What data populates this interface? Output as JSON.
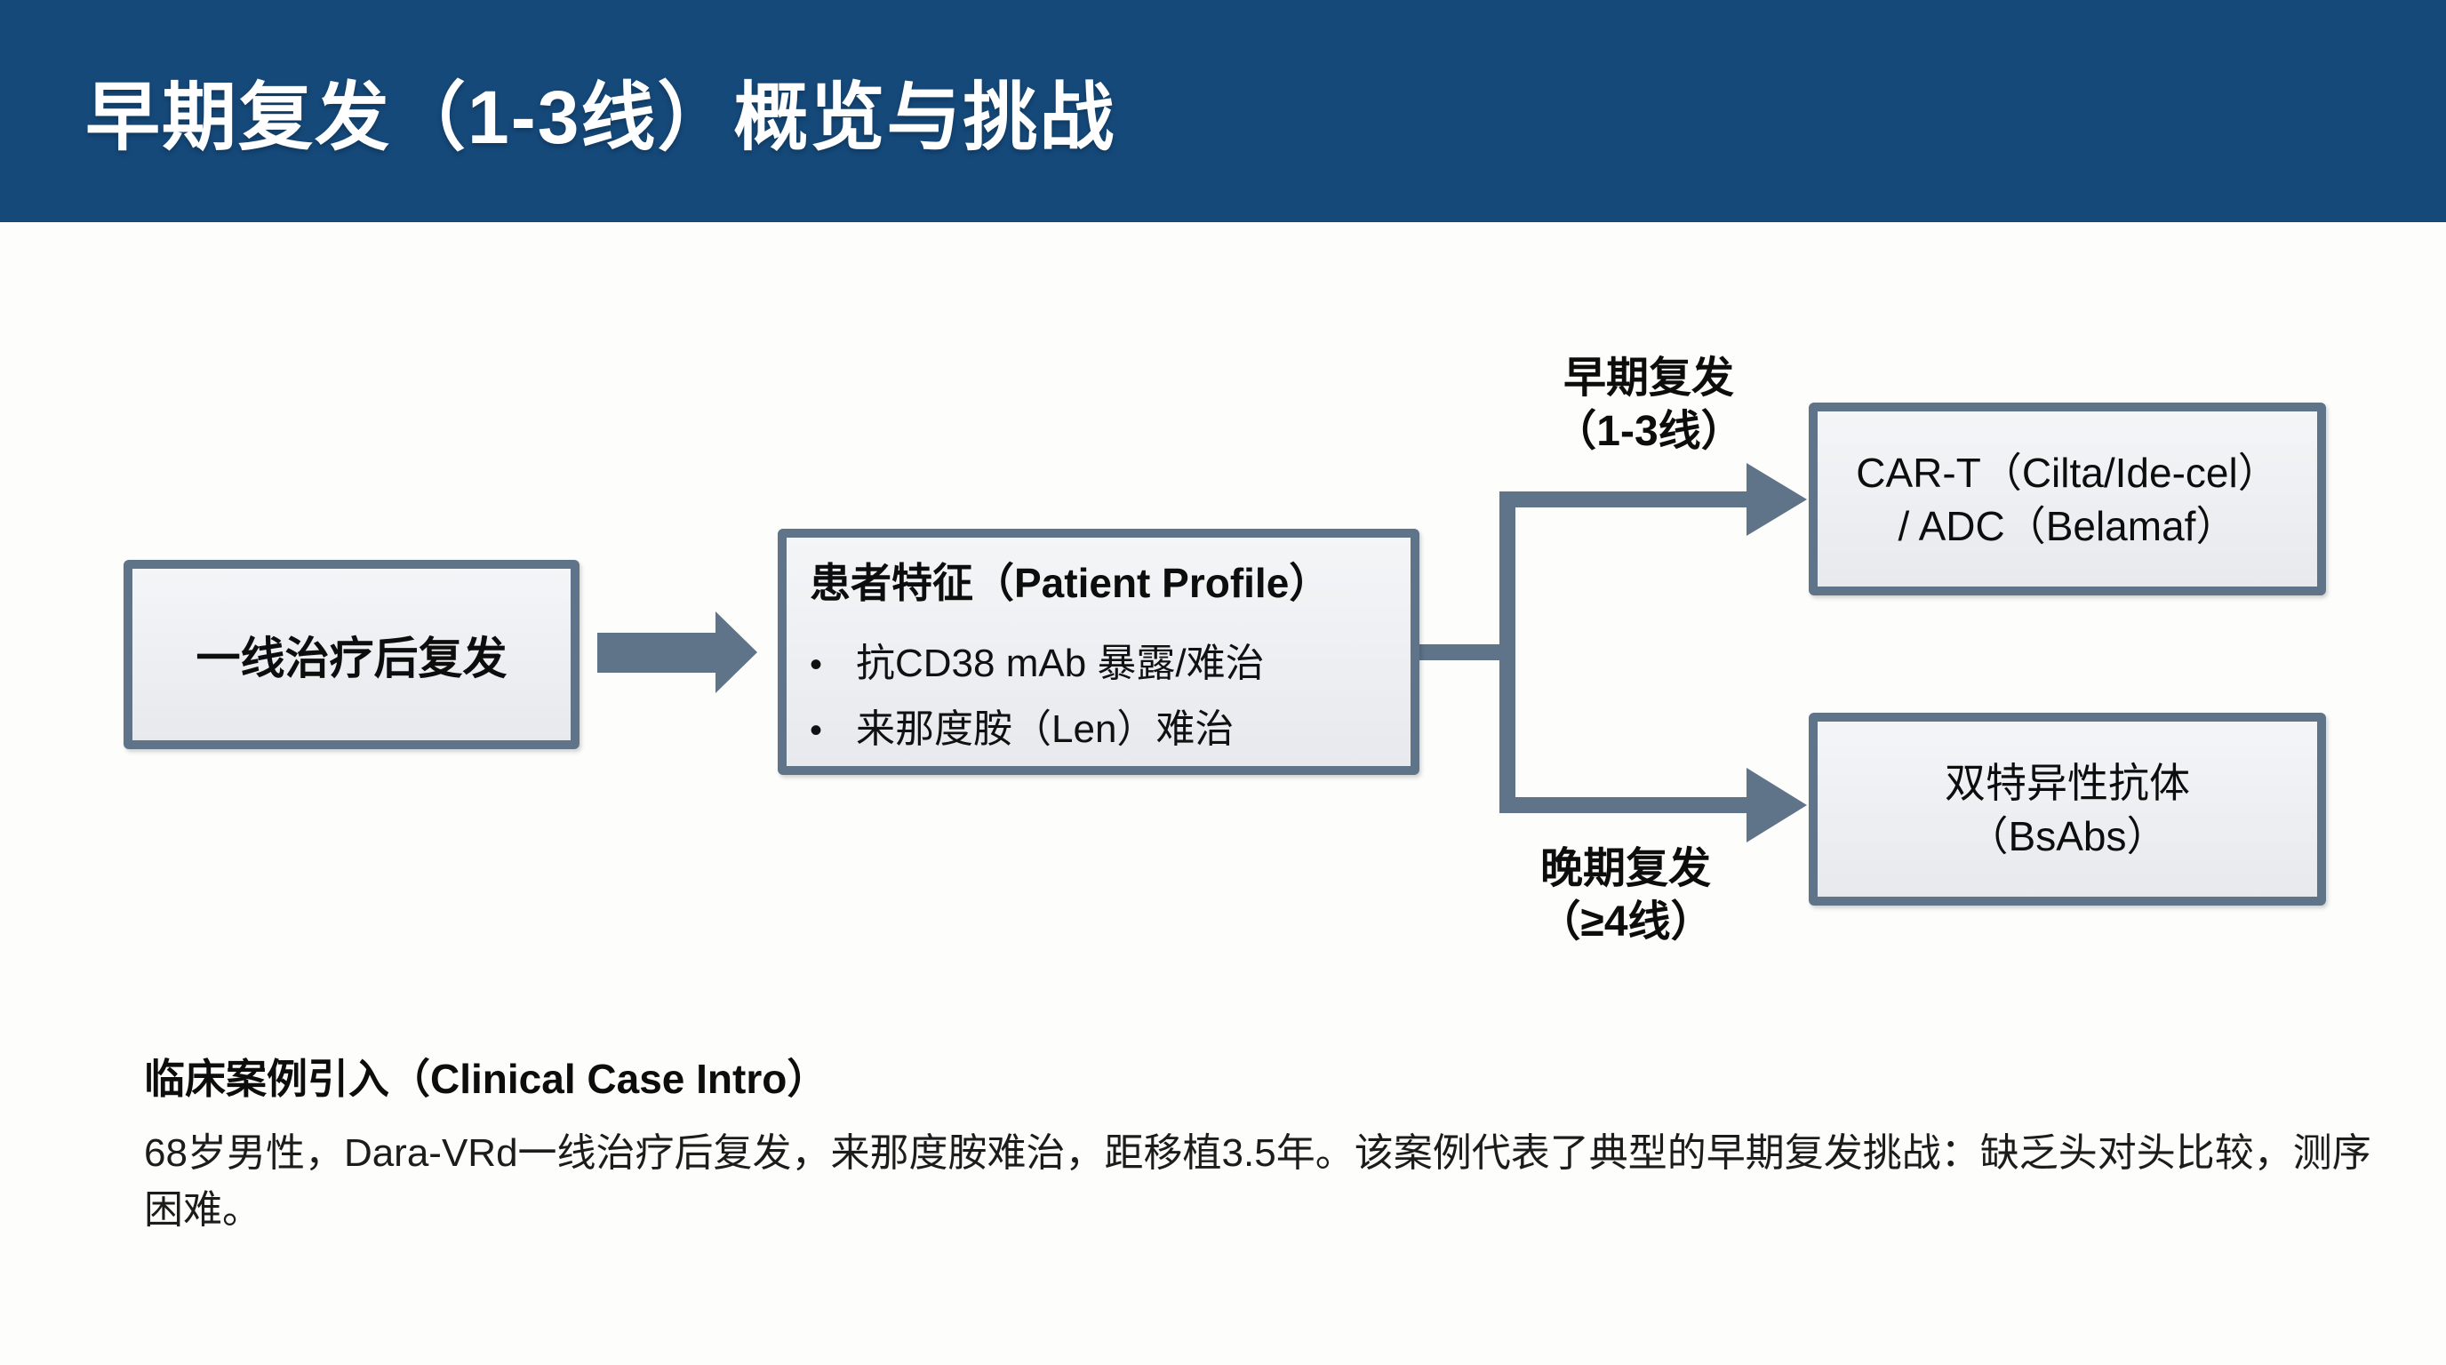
{
  "header": {
    "title": "早期复发（1-3线）概览与挑战",
    "bg_color": "#15497A",
    "text_color": "#FFFFFF"
  },
  "flowchart": {
    "start_box": {
      "label": "一线治疗后复发"
    },
    "profile_box": {
      "title": "患者特征（Patient Profile）",
      "bullet_marker": "•",
      "bullets": [
        "抗CD38 mAb 暴露/难治",
        "来那度胺（Len）难治"
      ]
    },
    "early_branch": {
      "label_lines": [
        "早期复发",
        "（1-3线）"
      ],
      "box_lines": [
        "CAR-T（Cilta/Ide-cel）",
        "/ ADC（Belamaf）"
      ]
    },
    "late_branch": {
      "label_lines": [
        "晚期复发",
        "（≥4线）"
      ],
      "box_lines": [
        "双特异性抗体",
        "（BsAbs）"
      ]
    },
    "connector_color": "#5F7389",
    "box_border_color": "#5F7389",
    "box_fill": "#E9EBEE"
  },
  "case_intro": {
    "heading": "临床案例引入（Clinical Case Intro）",
    "body": "68岁男性，Dara-VRd一线治疗后复发，来那度胺难治，距移植3.5年。该案例代表了典型的早期复发挑战：缺乏头对头比较，测序困难。"
  }
}
